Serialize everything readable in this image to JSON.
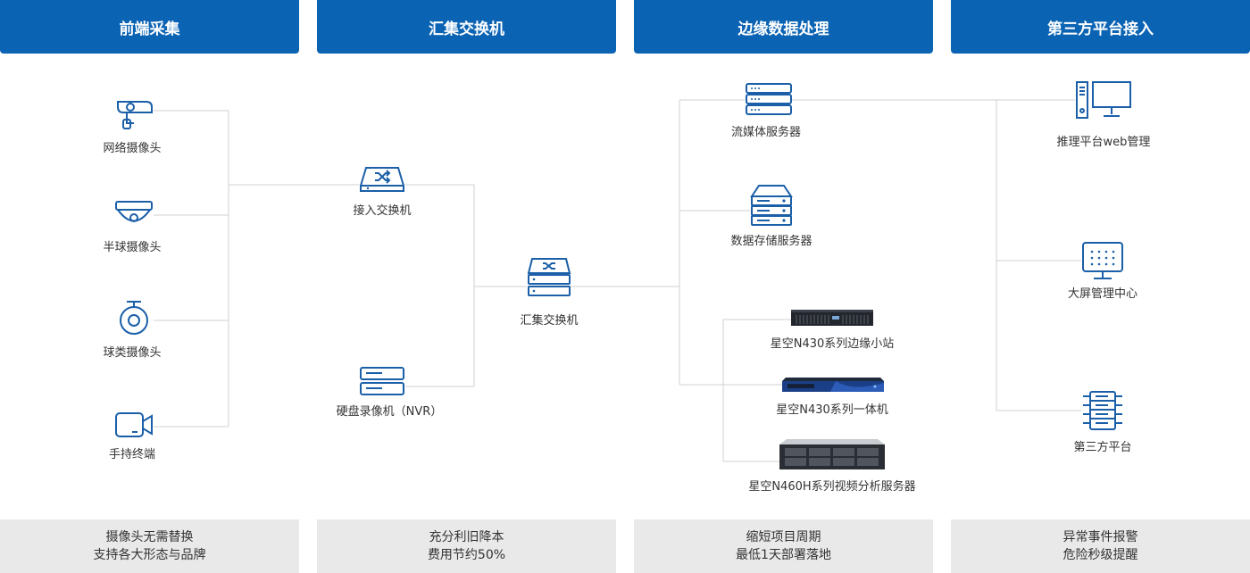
{
  "headers": [
    "前端采集",
    "汇集交换机",
    "边缘数据处理",
    "第三方平台接入"
  ],
  "footers": [
    {
      "line1": "摄像头无需替换",
      "line2": "支持各大形态与品牌"
    },
    {
      "line1": "充分利旧降本",
      "line2": "费用节约50%"
    },
    {
      "line1": "缩短项目周期",
      "line2": "最低1天部署落地"
    },
    {
      "line1": "异常事件报警",
      "line2": "危险秒级提醒"
    }
  ],
  "nodes": {
    "network_camera": "网络摄像头",
    "dome_camera": "半球摄像头",
    "ball_camera": "球类摄像头",
    "handheld": "手持终端",
    "access_switch": "接入交换机",
    "nvr": "硬盘录像机（NVR）",
    "aggregation_switch": "汇集交换机",
    "streaming_server": "流媒体服务器",
    "storage_server": "数据存储服务器",
    "n430_station": "星空N430系列边缘小站",
    "n430_allinone": "星空N430系列一体机",
    "n460h_server": "星空N460H系列视频分析服务器",
    "web_mgmt": "推理平台web管理",
    "bigscreen": "大屏管理中心",
    "third_party": "第三方平台"
  },
  "colors": {
    "header_bg": "#0b63b4",
    "footer_bg": "#e9e9e9",
    "icon": "#1a5fa8",
    "line": "#d0d0d0"
  }
}
